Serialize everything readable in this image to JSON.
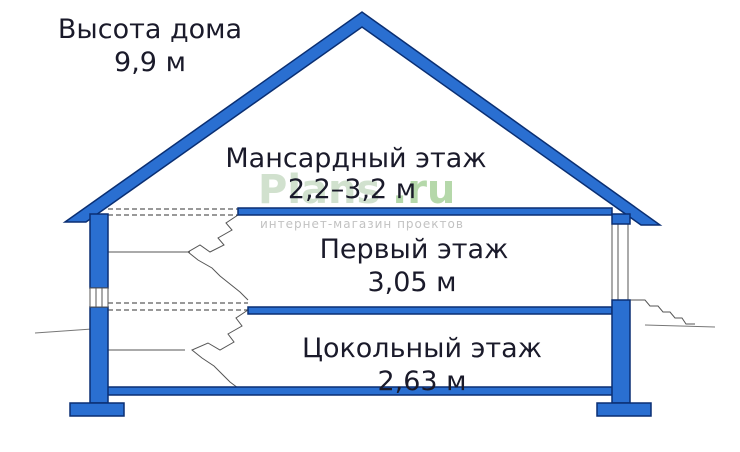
{
  "height_label": "Высота дома",
  "height_value": "9,9 м",
  "watermark": {
    "brand_a": "Plans",
    "brand_b": ".ru",
    "tagline": "интернет-магазин проектов"
  },
  "floors": [
    {
      "name": "Мансардный этаж",
      "height": "2,2–3,2 м"
    },
    {
      "name": "Первый этаж",
      "height": "3,05 м"
    },
    {
      "name": "Цокольный этаж",
      "height": "2,63 м"
    }
  ],
  "colors": {
    "structure": "#2a6fd1",
    "outline": "#0a2f73",
    "text": "#1a1a2a",
    "watermark": "#b9d7b5"
  }
}
